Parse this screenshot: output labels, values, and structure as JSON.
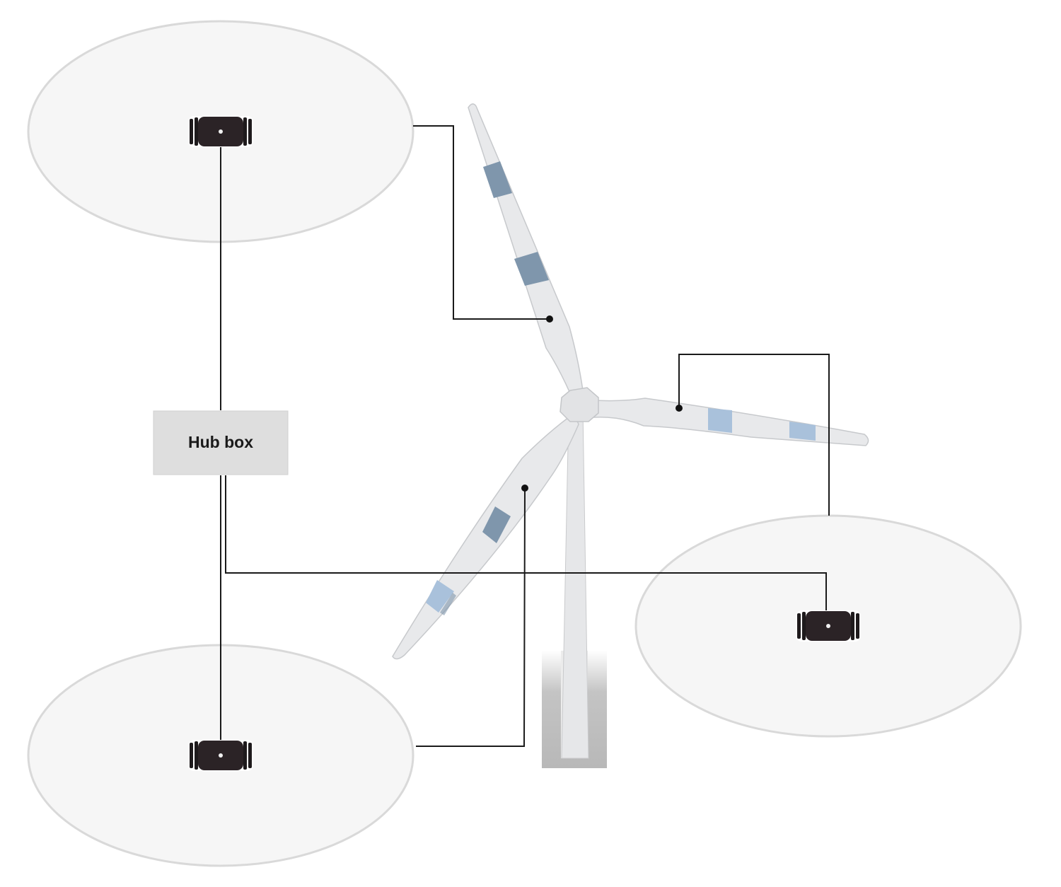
{
  "diagram": {
    "hub_box": {
      "label": "Hub box"
    },
    "sensors": [
      {
        "name": "top-left-sensor",
        "icon": "sensor-icon"
      },
      {
        "name": "bottom-left-sensor",
        "icon": "sensor-icon"
      },
      {
        "name": "right-sensor",
        "icon": "sensor-icon"
      }
    ],
    "turbine": {
      "icon": "wind-turbine-icon"
    },
    "colors": {
      "zone_fill": "#f6f6f6",
      "zone_stroke": "#d9d9d9",
      "hub_fill": "#dedede",
      "wire": "#1a1a1a",
      "sensor_body": "#2b2326",
      "blade": "#e8e9eb",
      "blade_band_dark": "#7f96ac",
      "blade_band_light": "#a9c1db",
      "tower_shade": "#b9b9b9"
    }
  }
}
